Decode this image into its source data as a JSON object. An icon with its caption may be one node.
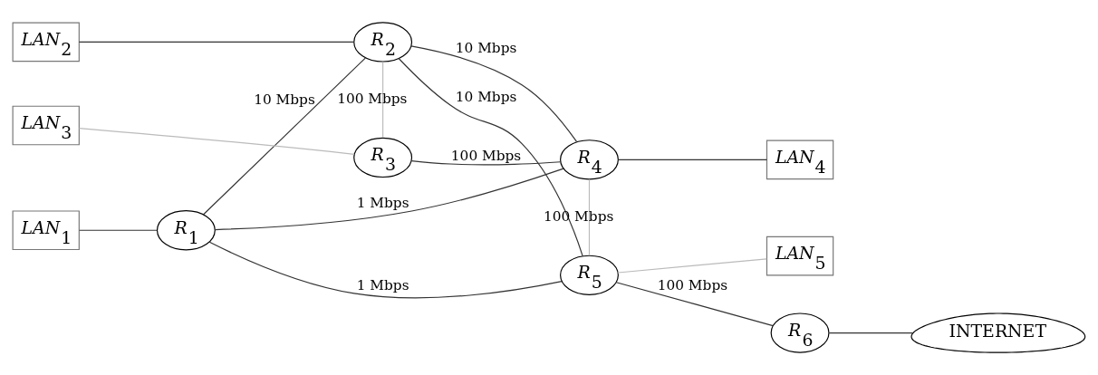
{
  "diagram": {
    "nodes": [
      {
        "text": [
          "LAN$_{2}$"
        ]
      },
      {
        "text": [
          "R$_{2}$"
        ]
      },
      {
        "text": [
          "R$_{4}$"
        ]
      },
      {
        "text": [
          "LAN$_{4}$"
        ]
      },
      {
        "text": [
          "LAN$_{1}$"
        ]
      },
      {
        "text": [
          "R$_{1}$"
        ]
      },
      {
        "text": [
          "R$_{6}$"
        ]
      },
      {
        "text": [
          "INTERNET"
        ]
      },
      {
        "text": [
          "LAN$_{3}$"
        ]
      },
      {
        "text": [
          "R$_{3}$"
        ]
      },
      {
        "text": [
          "R$_{5}$"
        ]
      },
      {
        "text": [
          "LAN$_{5}$"
        ]
      }
    ],
    "edges": [
      {
        "from": 0,
        "to": 1,
        "arrow": "none"
      },
      {
        "from": 1,
        "to": 2,
        "arrow": "none",
        "label": "10 Mbps"
      },
      {
        "from": 2,
        "to": 3,
        "arrow": "none"
      },
      {
        "from": 5,
        "to": 1,
        "arrow": "none",
        "label": "10 Mbps"
      },
      {
        "from": 5,
        "to": 2,
        "arrow": "none",
        "label": "1 Mbps"
      },
      {
        "from": 1,
        "to": 9,
        "arrow": "none",
        "label": "100 Mbps",
        "color": "#bbbbbb"
      },
      {
        "from": 9,
        "to": 2,
        "arrow": "none",
        "label": "100 Mbps"
      },
      {
        "from": 1,
        "to": 10,
        "arrow": "none",
        "label": "10 Mbps"
      },
      {
        "from": 2,
        "to": 10,
        "arrow": "none",
        "label": "100 Mbps",
        "color": "#bbbbbb"
      },
      {
        "from": 4,
        "to": 5,
        "arrow": "none"
      },
      {
        "from": 5,
        "to": 10,
        "arrow": "none",
        "label": "1 Mbps"
      },
      {
        "from": 10,
        "to": 6,
        "arrow": "none",
        "label": "100 Mbps"
      },
      {
        "from": 6,
        "to": 7,
        "arrow": "none"
      },
      {
        "from": 8,
        "to": 9,
        "arrow": "none",
        "color": "#bbbbbb"
      },
      {
        "from": 10,
        "to": 11,
        "arrow": "none",
        "color": "#bbbbbb"
      }
    ]
  }
}
